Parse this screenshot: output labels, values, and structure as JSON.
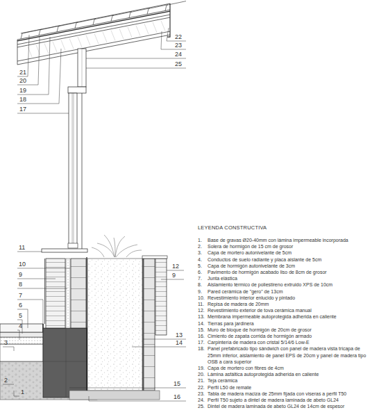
{
  "diagram": {
    "labels": [
      "22",
      "23",
      "24",
      "25",
      "21",
      "20",
      "19",
      "18",
      "17",
      "11",
      "10",
      "9",
      "8",
      "7",
      "6",
      "5",
      "4",
      "3",
      "2",
      "1",
      "12",
      "9",
      "13",
      "14",
      "15",
      "16",
      "LEYENDA CONSTRUCTIVA",
      "1.",
      "Base de gravas Ø20-40mm con lámina impermeable incorporada",
      "2.",
      "Solera de hormigón de 15 cm de grosor",
      "3.",
      "Capa de mortero autonivelante de 5cm",
      "4.",
      "Conductos de suelo radiante y placa aislante de 5cm",
      "5.",
      "Capa de hormigón autonivelante de 3cm",
      "6.",
      "Pavimento de hormigón acabado liso de 8cm de grosor",
      "7.",
      "Junta elástica",
      "8.",
      "Aislamiento térmico de poliestireno extruido XPS de 10cm",
      "9.",
      "Pared cerámica de \"gero\" de 13cm",
      "10.",
      "Revestimiento interior enlucido y pintado",
      "11.",
      "Repisa de madera de 20mm",
      "12.",
      "Revestimiento exterior de tova cerámica manual",
      "13.",
      "Membrana impermeable autoprotegida adherida en caliente",
      "14.",
      "Tierras para jardinera",
      "15.",
      "Muro de bloque de hormigón de 20cm de grosor",
      "16.",
      "Cimiento de zapata corrida de hormigón armado",
      "17.",
      "Carpintería de madera con cristal 5/14/6 Low-E",
      "18.",
      "Panel prefabricado tipo sándwich con panel de madera vista tricapa de 25mm inferior, aislamiento de panel EPS de 20cm y panel de madera tipo OSB a cara superior",
      "19.",
      "Capa de mortero con fibres de 4cm",
      "20.",
      "Lámina asfáltica autoprotegida adherida en caliente",
      "21.",
      "Teja cerámica",
      "22.",
      "Perfil L50 de remate",
      "23.",
      "Tabla de madera maciza de 25mm fijada con viseras a perfil T50",
      "24.",
      "Perfil T50 sujeto a dintel de madera laminada de abeto GL24",
      "25.",
      "Dintel de madera laminada de abeto GL24 de 14cm de espesor"
    ]
  }
}
